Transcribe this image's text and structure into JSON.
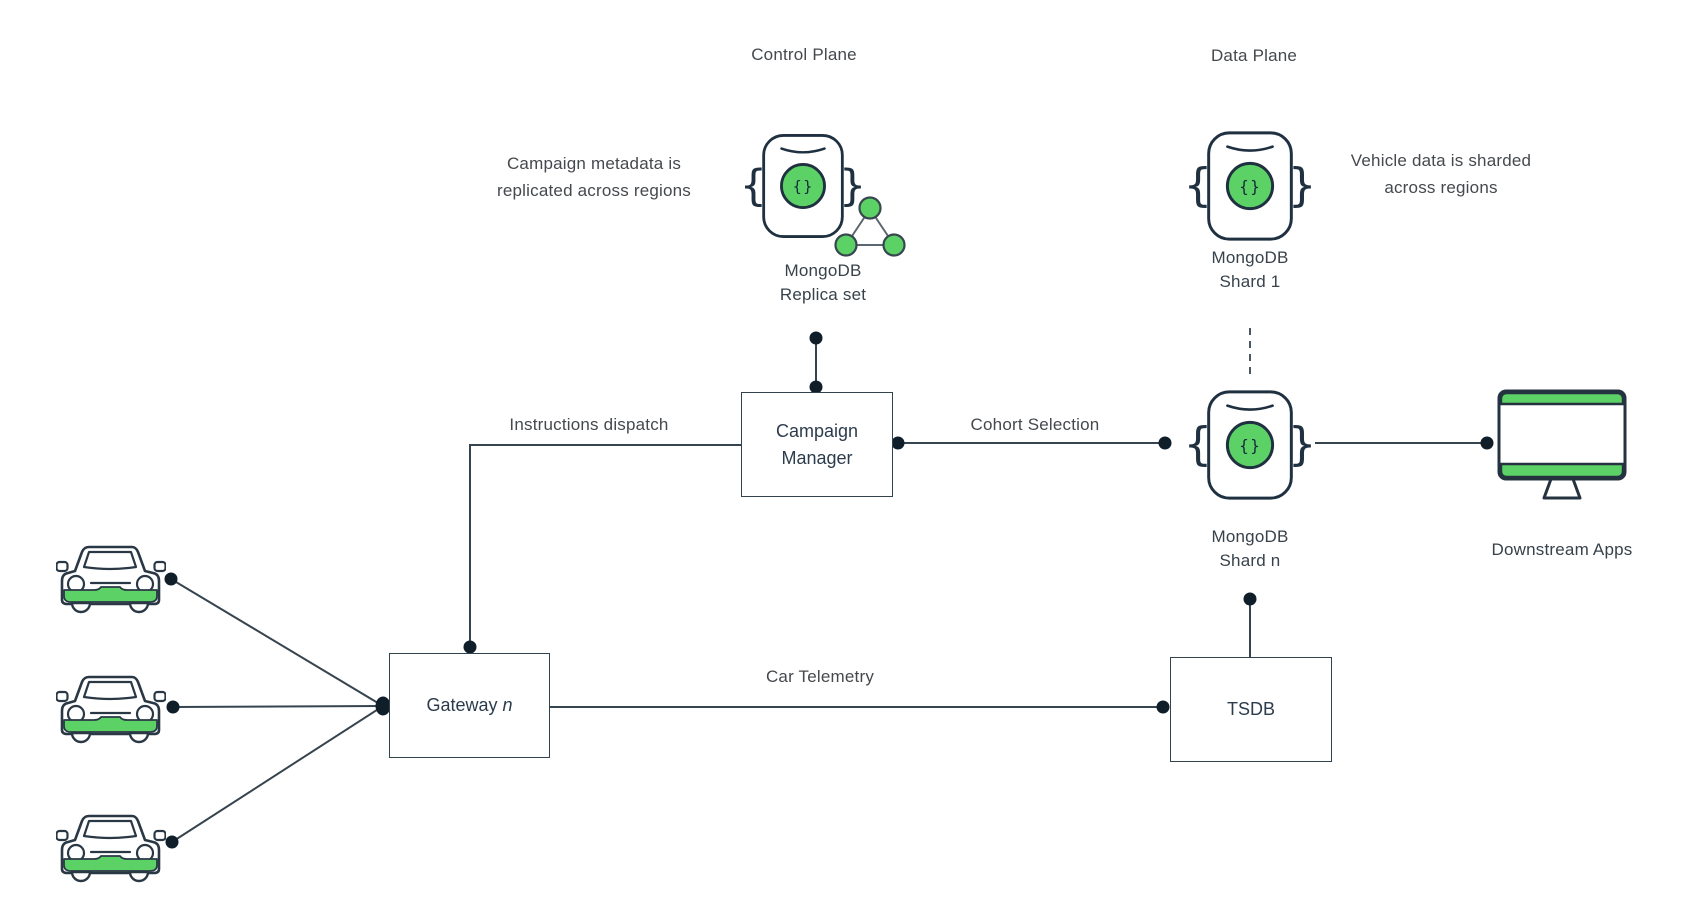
{
  "titles": {
    "control_plane": "Control Plane",
    "data_plane": "Data Plane"
  },
  "annotations": {
    "campaign_metadata": "Campaign metadata is\nreplicated across regions",
    "vehicle_data": "Vehicle data is sharded\nacross regions"
  },
  "nodes": {
    "mongodb_replica_set": {
      "label": "MongoDB\nReplica set"
    },
    "mongodb_shard_1": {
      "label": "MongoDB\nShard 1"
    },
    "mongodb_shard_n": {
      "label": "MongoDB\nShard n"
    },
    "campaign_manager": {
      "label": "Campaign\nManager"
    },
    "gateway": {
      "label": "Gateway",
      "label_italic": "n"
    },
    "tsdb": {
      "label": "TSDB"
    },
    "downstream_apps": {
      "label": "Downstream Apps"
    },
    "vehicle_count": 3
  },
  "edges": [
    {
      "from": "vehicle-1",
      "to": "gateway-n",
      "label": ""
    },
    {
      "from": "vehicle-2",
      "to": "gateway-n",
      "label": ""
    },
    {
      "from": "vehicle-3",
      "to": "gateway-n",
      "label": ""
    },
    {
      "from": "gateway-n",
      "to": "campaign-manager",
      "label": "Instructions dispatch"
    },
    {
      "from": "campaign-manager",
      "to": "mongodb-replica-set",
      "label": ""
    },
    {
      "from": "campaign-manager",
      "to": "mongodb-shard-n",
      "label": "Cohort Selection"
    },
    {
      "from": "mongodb-shard-1",
      "to": "mongodb-shard-n",
      "label": "",
      "style": "dashed"
    },
    {
      "from": "mongodb-shard-n",
      "to": "downstream-apps",
      "label": ""
    },
    {
      "from": "mongodb-shard-n",
      "to": "tsdb",
      "label": ""
    },
    {
      "from": "gateway-n",
      "to": "tsdb",
      "label": "Car Telemetry"
    }
  ],
  "icons": {
    "brace_left": "{",
    "brace_right": "}",
    "mongo_braces": "{}"
  },
  "colors": {
    "green": "#5cd166",
    "ink": "#1f3040",
    "line": "#36444f",
    "dot": "#101e29",
    "text_gray": "#45494d",
    "text_navy": "#2c3c4c"
  }
}
